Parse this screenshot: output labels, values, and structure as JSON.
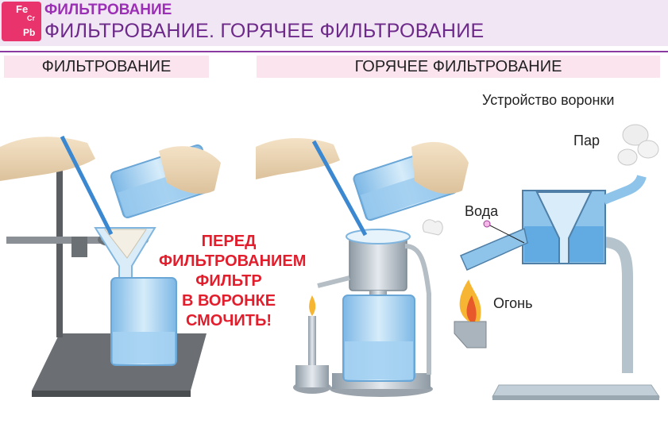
{
  "header": {
    "logo_symbols": [
      "Fe",
      "Cr",
      "Pb"
    ],
    "app_title": "ФИЛЬТРОВАНИЕ",
    "page_title": "ФИЛЬТРОВАНИЕ. ГОРЯЧЕЕ ФИЛЬТРОВАНИЕ"
  },
  "sections": {
    "left_label": "ФИЛЬТРОВАНИЕ",
    "right_label": "ГОРЯЧЕЕ ФИЛЬТРОВАНИЕ"
  },
  "warning": {
    "lines": [
      "ПЕРЕД",
      "ФИЛЬТРОВАНИЕМ",
      "ФИЛЬТР",
      "В ВОРОНКЕ",
      "СМОЧИТЬ!"
    ]
  },
  "device": {
    "title": "Устройство воронки",
    "labels": {
      "steam": "Пар",
      "water": "Вода",
      "fire": "Огонь"
    }
  },
  "colors": {
    "accent_purple": "#9b2fb5",
    "header_bg": "#f1e6f3",
    "section_bg": "#fbe4ee",
    "warning_red": "#e21e2d",
    "glass_blue": "#8fc6ec",
    "liquid_blue": "#5aa6e0"
  }
}
